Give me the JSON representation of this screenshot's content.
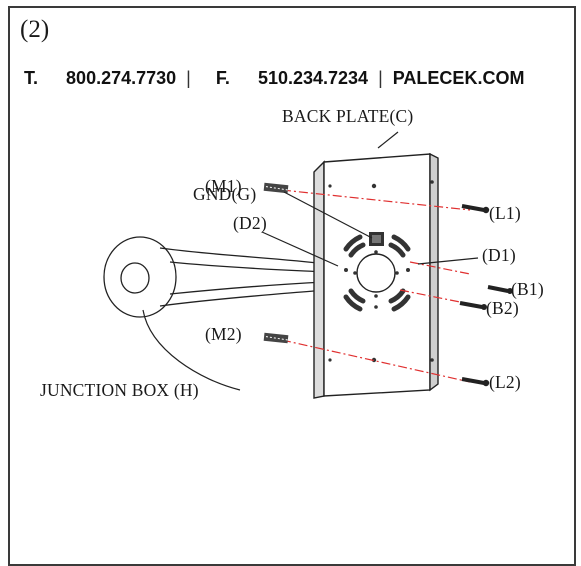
{
  "step": "(2)",
  "contact": {
    "phone_prefix": "T.",
    "phone": "800.274.7730",
    "fax_prefix": "F.",
    "fax": "510.234.7234",
    "website": "PALECEK.COM",
    "separator": "|"
  },
  "labels": {
    "back_plate": "BACK  PLATE(C)",
    "m1": "(M1)",
    "gnd": "GND(G)",
    "d2": "(D2)",
    "d1": "(D1)",
    "l1": "(L1)",
    "b1": "(B1)",
    "b2": "(B2)",
    "m2": "(M2)",
    "l2": "(L2)",
    "junction_box": "JUNCTION BOX (H)"
  }
}
